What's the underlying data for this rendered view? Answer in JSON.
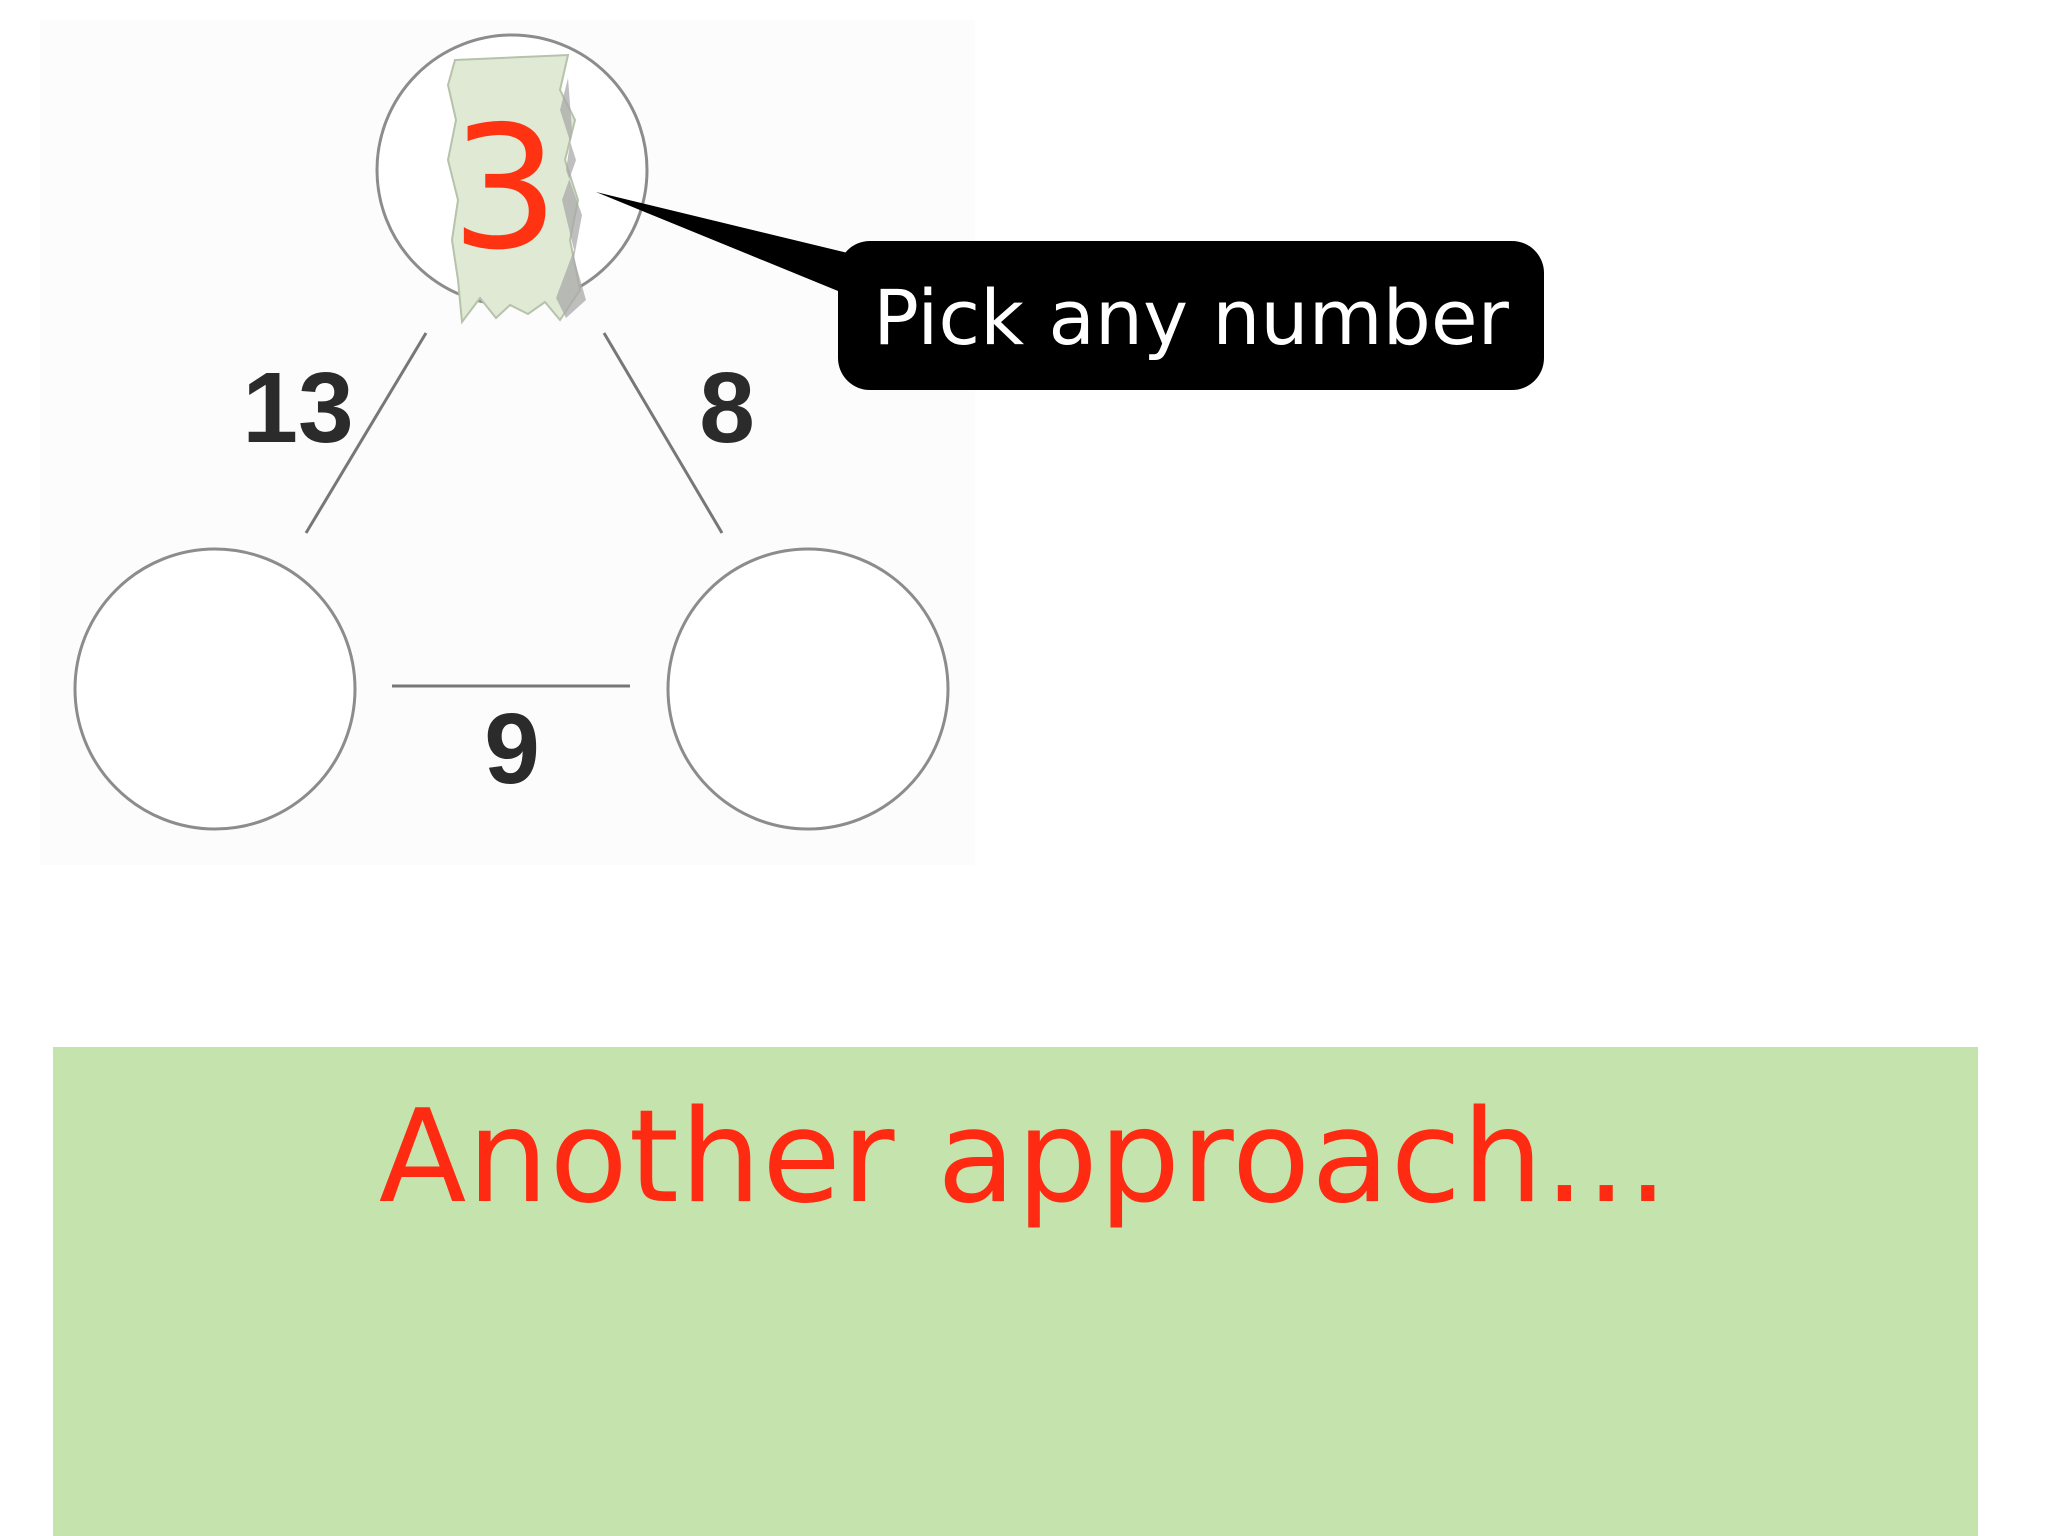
{
  "diagram": {
    "top_circle_value": "3",
    "left_edge_label": "13",
    "right_edge_label": "8",
    "bottom_edge_label": "9"
  },
  "callout": {
    "text": "Pick any number"
  },
  "answer_box": {
    "heading": "Another approach..."
  },
  "colors": {
    "highlight_number": "#ff3312",
    "callout_bg": "#000000",
    "callout_text": "#ffffff",
    "answer_bg": "#c5e4ad",
    "heading_text": "#ff2a12",
    "circle_stroke": "#8c8c8c",
    "edge_label": "#2b2b2b"
  }
}
